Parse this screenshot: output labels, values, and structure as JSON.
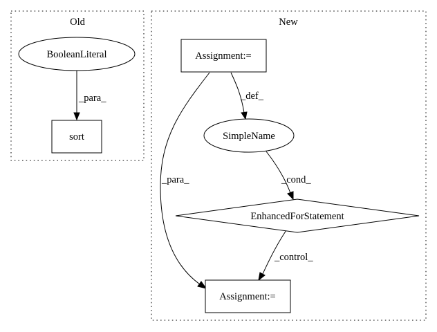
{
  "clusters": {
    "old": {
      "label": "Old"
    },
    "new": {
      "label": "New"
    }
  },
  "nodes": {
    "boolean_literal": "BooleanLiteral",
    "sort": "sort",
    "assignment_top": "Assignment:=",
    "simple_name": "SimpleName",
    "enhanced_for": "EnhancedForStatement",
    "assignment_bottom": "Assignment:="
  },
  "edges": {
    "para_old": "_para_",
    "def": "_def_",
    "para_new": "_para_",
    "cond": "_cond_",
    "control": "_control_"
  }
}
